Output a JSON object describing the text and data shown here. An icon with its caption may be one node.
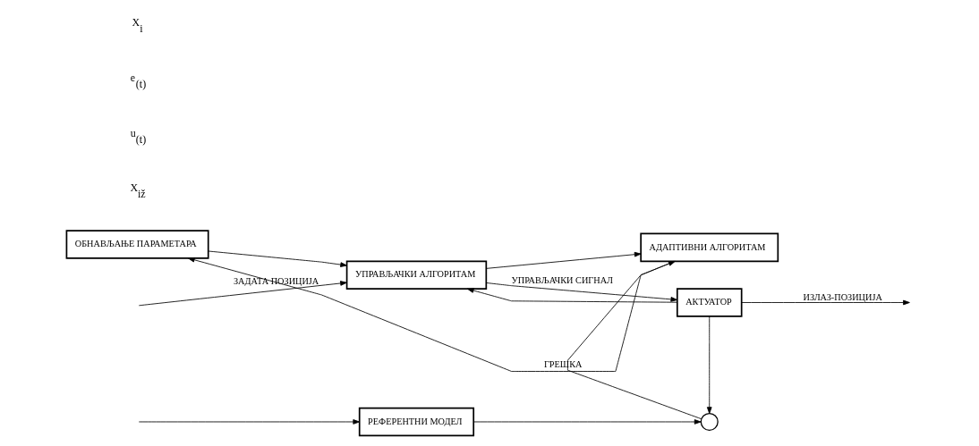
{
  "diagram": {
    "nodes": [
      {
        "text": [
          "РЕФЕРЕНТНИ МОДЕЛ"
        ]
      },
      {
        "text": [
          "ОБНАВЉАЊЕ ПАРАМЕТАРА"
        ]
      },
      {
        "text": [
          "АДАПТИВНИ АЛГОРИТАМ"
        ]
      },
      {
        "text": [],
        "shape": "circle"
      },
      {
        "text": [
          "УПРАВЉАЧКИ АЛГОРИТАМ"
        ]
      },
      {
        "text": [
          "АКТУАТОР"
        ]
      }
    ],
    "edges": [
      {
        "from": null,
        "to": 0,
        "arrow": "to"
      },
      {
        "from": null,
        "to": 4,
        "arrow": "to",
        "label": "ЗАДАТА ПОЗИЦИЈА"
      },
      {
        "from": 0,
        "to": 3,
        "arrow": "to"
      },
      {
        "from": 3,
        "to": 2,
        "arrow": "to",
        "label": "ГРЕШКА"
      },
      {
        "from": 2,
        "to": 1,
        "arrow": "to"
      },
      {
        "from": 1,
        "to": 4,
        "arrow": "to"
      },
      {
        "from": 4,
        "to": 5,
        "arrow": "to",
        "label": "УПРАВЉАЧКИ СИГНАЛ"
      },
      {
        "from": 4,
        "to": 2,
        "arrow": "to"
      },
      {
        "from": 5,
        "to": null,
        "arrow": "to",
        "label": "ИЗЛАЗ-ПОЗИЦИЈА"
      },
      {
        "from": 5,
        "to": 3,
        "arrow": "to"
      },
      {
        "from": 5,
        "to": 4,
        "arrow": "to"
      }
    ],
    "labels": [
      "X$_{iž}$",
      "u$_{(t)}$",
      "e$_{(t)}$",
      "X$_{i}$"
    ]
  }
}
